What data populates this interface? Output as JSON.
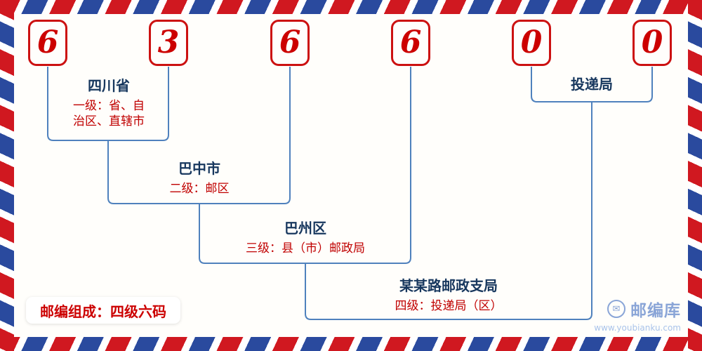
{
  "postal_code": "636600",
  "digits": [
    "6",
    "3",
    "6",
    "6",
    "0",
    "0"
  ],
  "levels": [
    {
      "name": "四川省",
      "desc": "一级：省、自治区、直辖市"
    },
    {
      "name": "巴中市",
      "desc": "二级：邮区"
    },
    {
      "name": "巴州区",
      "desc": "三级：县（市）邮政局"
    },
    {
      "name": "某某路邮政支局",
      "desc": "四级：投递局（区）"
    },
    {
      "name": "投递局",
      "desc": ""
    }
  ],
  "footer": {
    "composition_label": "邮编组成：四级六码"
  },
  "brand": {
    "envelope_icon": "✉",
    "name": "邮编库",
    "url": "www.youbianku.com"
  },
  "colors": {
    "digit_red": "#cc0000",
    "label_blue": "#17375e",
    "desc_red": "#c00000",
    "line_blue": "#4f81bd",
    "stripe_red": "#d01820",
    "stripe_blue": "#2a4a9e"
  }
}
